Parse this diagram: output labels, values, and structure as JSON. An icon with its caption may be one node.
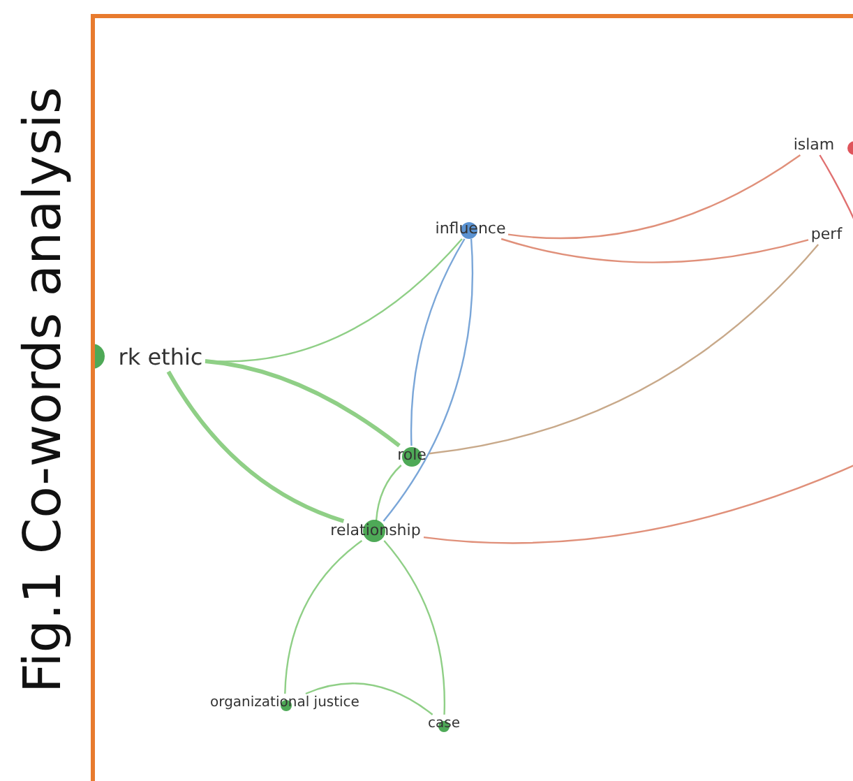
{
  "diagram": {
    "title": "Fig.1 Co-words analysis",
    "nodes": [
      {
        "text": [
          "islam"
        ]
      },
      {
        "text": [
          "influence"
        ]
      },
      {
        "text": [
          "perf"
        ]
      },
      {
        "text": [
          "rk ethic"
        ]
      },
      {
        "text": [
          "role"
        ]
      },
      {
        "text": [
          "relationship"
        ]
      },
      {
        "text": [
          "organizational justice"
        ]
      },
      {
        "text": [
          "case"
        ]
      }
    ],
    "edges": [
      {
        "from": 3,
        "to": 1,
        "arrow": "none"
      },
      {
        "from": 3,
        "to": 4,
        "arrow": "none",
        "style": "thick"
      },
      {
        "from": 3,
        "to": 5,
        "arrow": "none",
        "style": "thick"
      },
      {
        "from": 4,
        "to": 5,
        "arrow": "none"
      },
      {
        "from": 1,
        "to": 4,
        "arrow": "none",
        "color": "#7aa6d8"
      },
      {
        "from": 1,
        "to": 5,
        "arrow": "none",
        "color": "#7aa6d8"
      },
      {
        "from": 5,
        "to": 6,
        "arrow": "none"
      },
      {
        "from": 5,
        "to": 7,
        "arrow": "none"
      },
      {
        "from": 6,
        "to": 7,
        "arrow": "none"
      },
      {
        "from": 1,
        "to": 2,
        "arrow": "none",
        "color": "#e0907a"
      },
      {
        "from": 1,
        "to": 0,
        "arrow": "none",
        "color": "#e0907a"
      },
      {
        "from": 4,
        "to": 2,
        "arrow": "none",
        "color": "#c8a98a"
      },
      {
        "from": 5,
        "to": null,
        "arrow": "none",
        "color": "#e0907a"
      },
      {
        "from": 0,
        "to": null,
        "arrow": "none",
        "color": "#e07070"
      }
    ]
  }
}
